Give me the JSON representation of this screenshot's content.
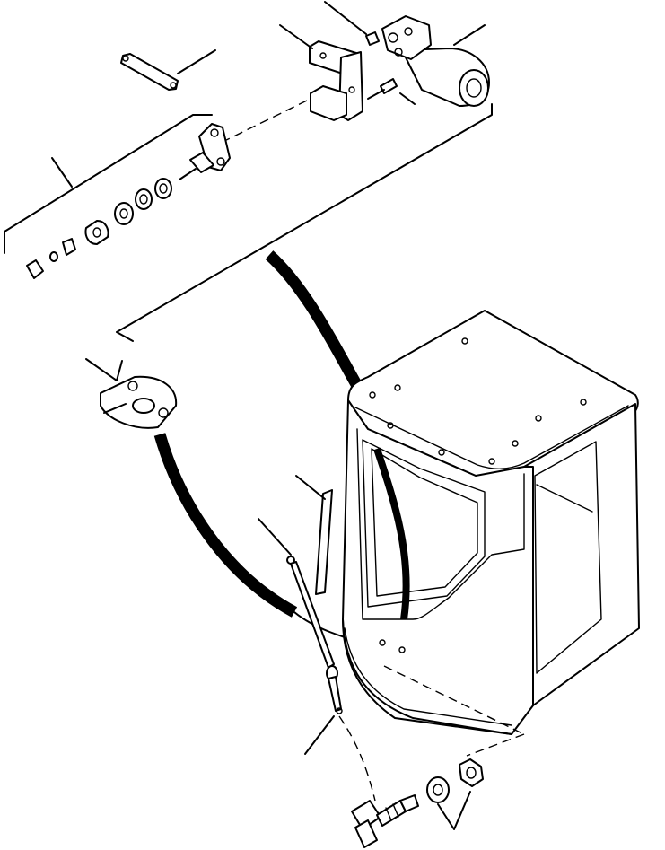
{
  "diagram": {
    "kind": "exploded parts view",
    "parts": [
      "wiper-motor",
      "motor-bracket",
      "mounting-bolt",
      "link-arm",
      "pivot-plate",
      "shaft-spacers",
      "washer-nozzle-plate",
      "washer-hose",
      "wiper-blade",
      "wiper-arm",
      "cab",
      "hose-fitting",
      "lock-washer",
      "hex-nut"
    ],
    "stroke_color": "#000000",
    "background_color": "#ffffff"
  }
}
